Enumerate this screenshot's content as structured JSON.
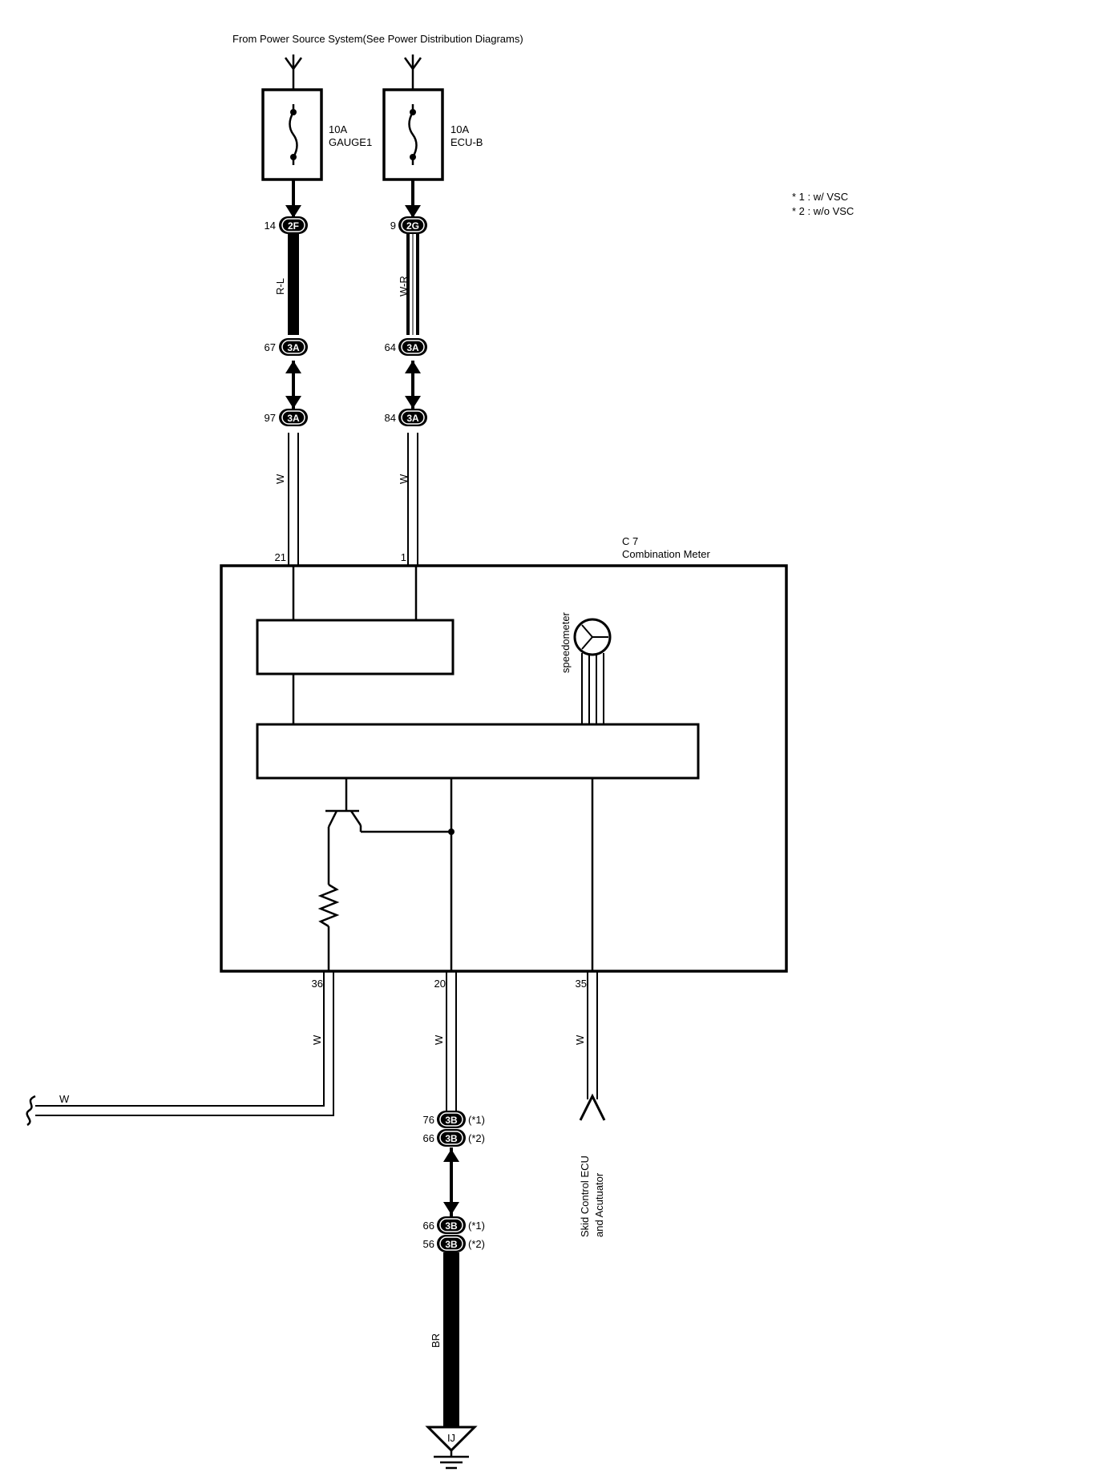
{
  "header": {
    "source_text": "From Power Source System(See Power Distribution Diagrams)"
  },
  "notes": [
    "* 1 : w/ VSC",
    "* 2 : w/o VSC"
  ],
  "fuses": [
    {
      "amp": "10A",
      "name": "GAUGE1"
    },
    {
      "amp": "10A",
      "name": "ECU-B"
    }
  ],
  "connectors": {
    "c2F": {
      "pin": "14",
      "id": "2F"
    },
    "c2G": {
      "pin": "9",
      "id": "2G"
    },
    "c3A_l1": {
      "pin": "67",
      "id": "3A"
    },
    "c3A_r1": {
      "pin": "64",
      "id": "3A"
    },
    "c3A_l2": {
      "pin": "97",
      "id": "3A"
    },
    "c3A_r2": {
      "pin": "84",
      "id": "3A"
    },
    "c3B_a1": {
      "pin": "76",
      "id": "3B",
      "note": "(*1)"
    },
    "c3B_a2": {
      "pin": "66",
      "id": "3B",
      "note": "(*2)"
    },
    "c3B_b1": {
      "pin": "66",
      "id": "3B",
      "note": "(*1)"
    },
    "c3B_b2": {
      "pin": "56",
      "id": "3B",
      "note": "(*2)"
    }
  },
  "wires": {
    "left_top": "R-L",
    "right_top": "W-R",
    "left_mid": "W",
    "right_mid": "W",
    "bottom_left": "W",
    "bottom_mid": "W",
    "bottom_right": "W",
    "left_horizontal": "W",
    "ground_wire": "BR"
  },
  "meter": {
    "id": "C 7",
    "name": "Combination Meter",
    "pins": {
      "p21": "21",
      "p1": "1",
      "p36": "36",
      "p20": "20",
      "p35": "35"
    },
    "speedometer_label": "speedometer"
  },
  "skid": {
    "line1": "Skid Control ECU",
    "line2": "and Acutuator"
  },
  "ground": {
    "id": "IJ"
  }
}
